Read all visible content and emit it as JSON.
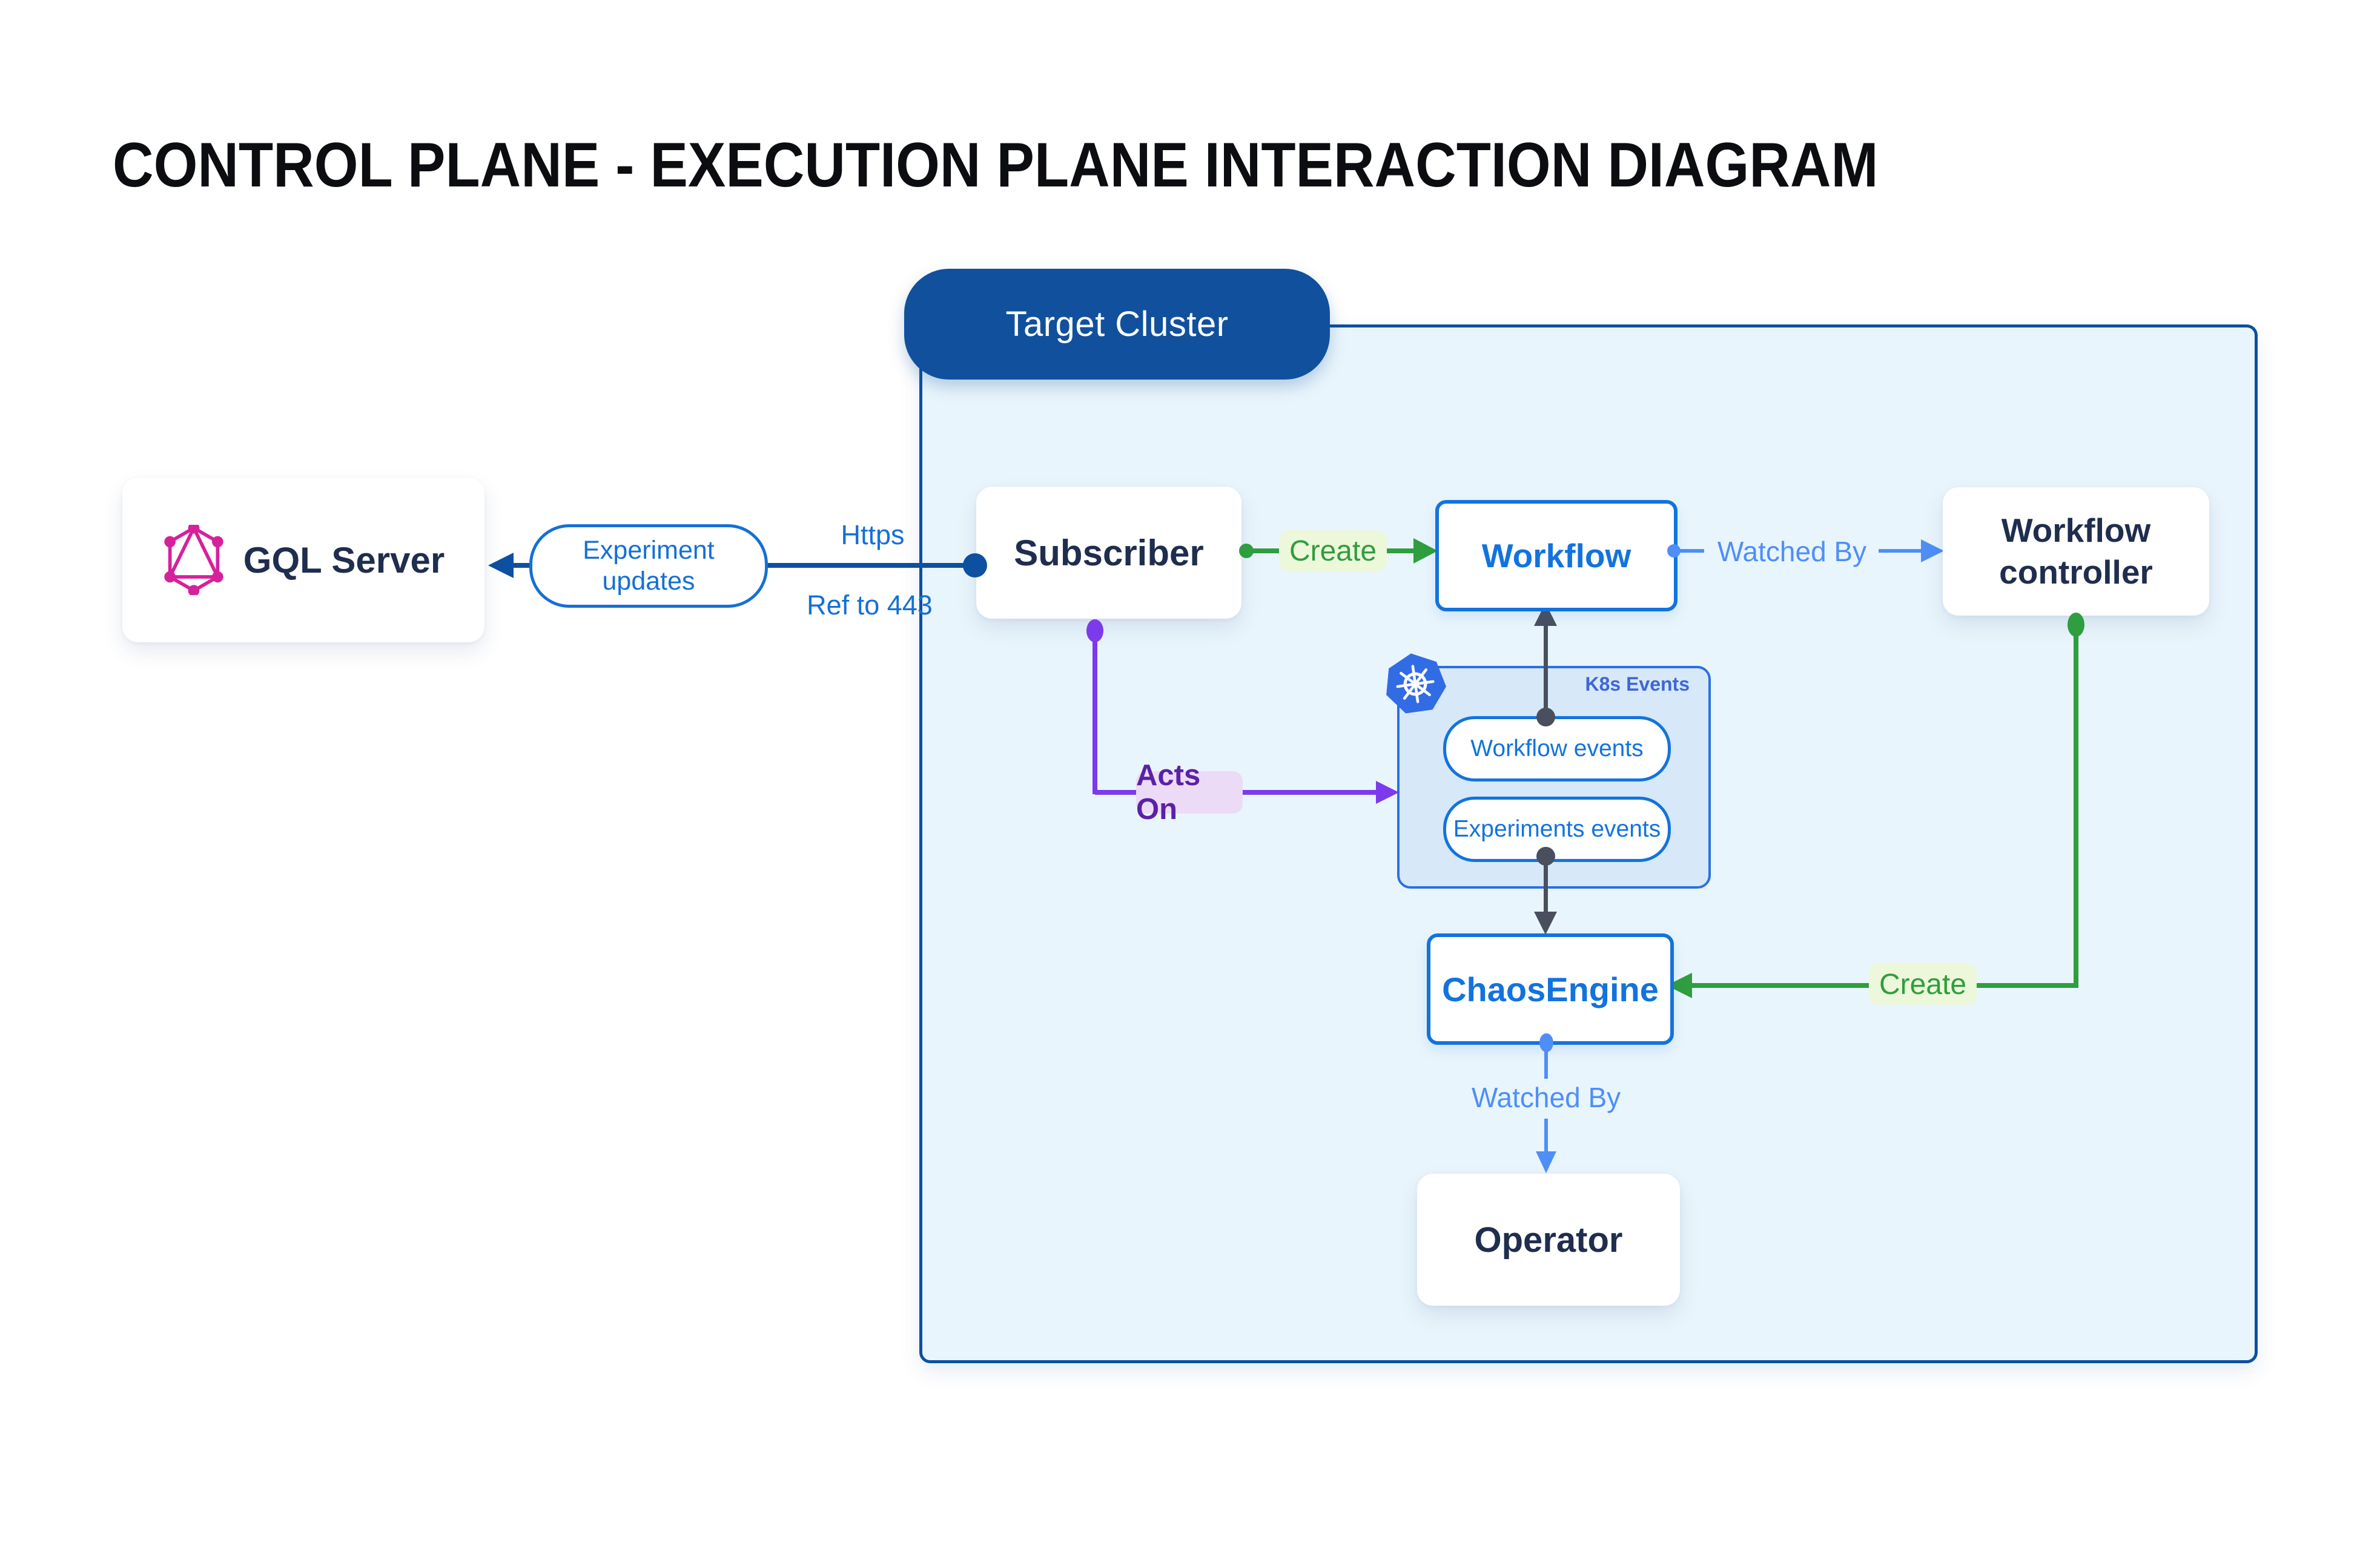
{
  "title": "CONTROL PLANE - EXECUTION PLANE INTERACTION DIAGRAM",
  "cluster": {
    "label": "Target Cluster"
  },
  "nodes": {
    "gql_server": {
      "label": "GQL Server",
      "icon": "graphql-icon"
    },
    "subscriber": {
      "label": "Subscriber"
    },
    "workflow": {
      "label": "Workflow"
    },
    "workflow_controller": {
      "label": "Workflow controller"
    },
    "chaos_engine": {
      "label": "ChaosEngine"
    },
    "operator": {
      "label": "Operator"
    }
  },
  "k8s_events": {
    "label": "K8s Events",
    "icon": "kubernetes-icon",
    "items": [
      {
        "label": "Workflow events"
      },
      {
        "label": "Experiments events"
      }
    ]
  },
  "edges": {
    "experiment_updates": {
      "label": "Experiment updates",
      "from": "Subscriber",
      "to": "GQL Server"
    },
    "https": {
      "label": "Https"
    },
    "ref_443": {
      "label": "Ref to 443"
    },
    "create_workflow": {
      "label": "Create",
      "from": "Subscriber",
      "to": "Workflow"
    },
    "watched_by_workflow": {
      "label": "Watched By",
      "from": "Workflow",
      "to": "Workflow controller"
    },
    "acts_on": {
      "label": "Acts On",
      "from": "Subscriber",
      "to": "K8s Events"
    },
    "workflow_events_to_workflow": {
      "from": "Workflow events",
      "to": "Workflow"
    },
    "experiments_events_to_chaosengine": {
      "from": "Experiments events",
      "to": "ChaosEngine"
    },
    "create_chaos": {
      "label": "Create",
      "from": "Workflow controller",
      "to": "ChaosEngine"
    },
    "watched_by_operator": {
      "label": "Watched By",
      "from": "ChaosEngine",
      "to": "Operator"
    }
  },
  "colors": {
    "canvas_bg": "#ffffff",
    "cluster_border": "#0d4fa1",
    "cluster_bg": "#e9f5fc",
    "cluster_pill_bg": "#11509d",
    "node_text": "#1f2d4e",
    "blue_primary": "#1273de",
    "blue_link": "#1470d6",
    "blue_light": "#4f8ef7",
    "green": "#2f9e3f",
    "green_label_bg": "#edf7d9",
    "purple": "#7c3aed",
    "purple_text": "#5b21a8",
    "purple_label_bg": "#ecdbf7",
    "gray_arrow": "#4a4f5e",
    "k8s_blue": "#326ce5",
    "k8s_box_bg": "#d7e8f8",
    "k8s_label_text": "#3f66d9",
    "graphql_pink": "#d6219c"
  }
}
